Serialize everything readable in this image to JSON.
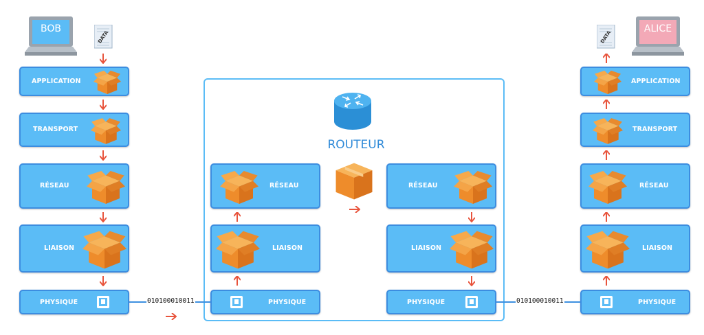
{
  "hosts": {
    "left": {
      "name": "BOB",
      "screen_color": "#5bbcf6"
    },
    "right": {
      "name": "ALICE",
      "screen_color": "#f3a9b7"
    }
  },
  "document_label": "DATA",
  "router": {
    "label": "ROUTEUR",
    "color": "#2f8ad8"
  },
  "stack_left": [
    "APPLICATION",
    "TRANSPORT",
    "RÉSEAU",
    "LIAISON",
    "PHYSIQUE"
  ],
  "stack_right": [
    "APPLICATION",
    "TRANSPORT",
    "RÉSEAU",
    "LIAISON",
    "PHYSIQUE"
  ],
  "router_in": [
    "RÉSEAU",
    "LIAISON",
    "PHYSIQUE"
  ],
  "router_out": [
    "RÉSEAU",
    "LIAISON",
    "PHYSIQUE"
  ],
  "bitstream": {
    "left": "010100010011",
    "right": "010100010011"
  },
  "colors": {
    "layer_fill": "#5bbcf6",
    "layer_border": "#3c8de0",
    "arrow": "#e8543c",
    "box": "#f0902f"
  }
}
